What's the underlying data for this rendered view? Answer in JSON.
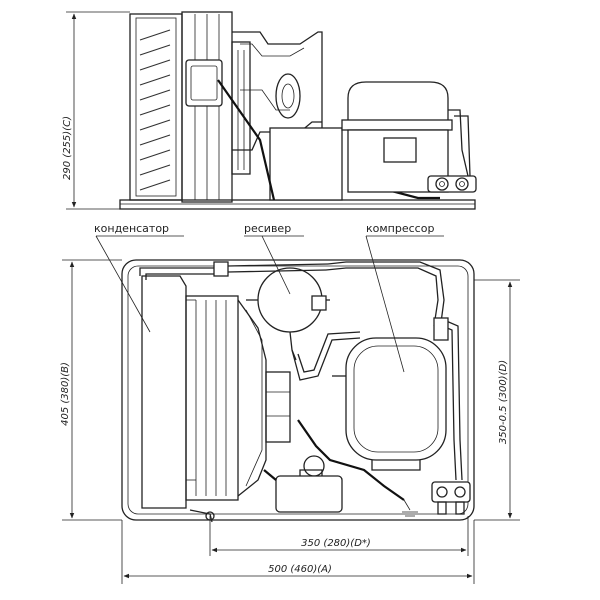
{
  "labels": {
    "condenser": "конденсатор",
    "receiver": "ресивер",
    "compressor": "компрессор"
  },
  "dimensions": {
    "height": "290 (255)(C)",
    "depth_left": "405 (380)(B)",
    "depth_right": "350-0.5 (300)(D)",
    "mount_width": "350 (280)(D*)",
    "total_width": "500 (460)(A)"
  }
}
